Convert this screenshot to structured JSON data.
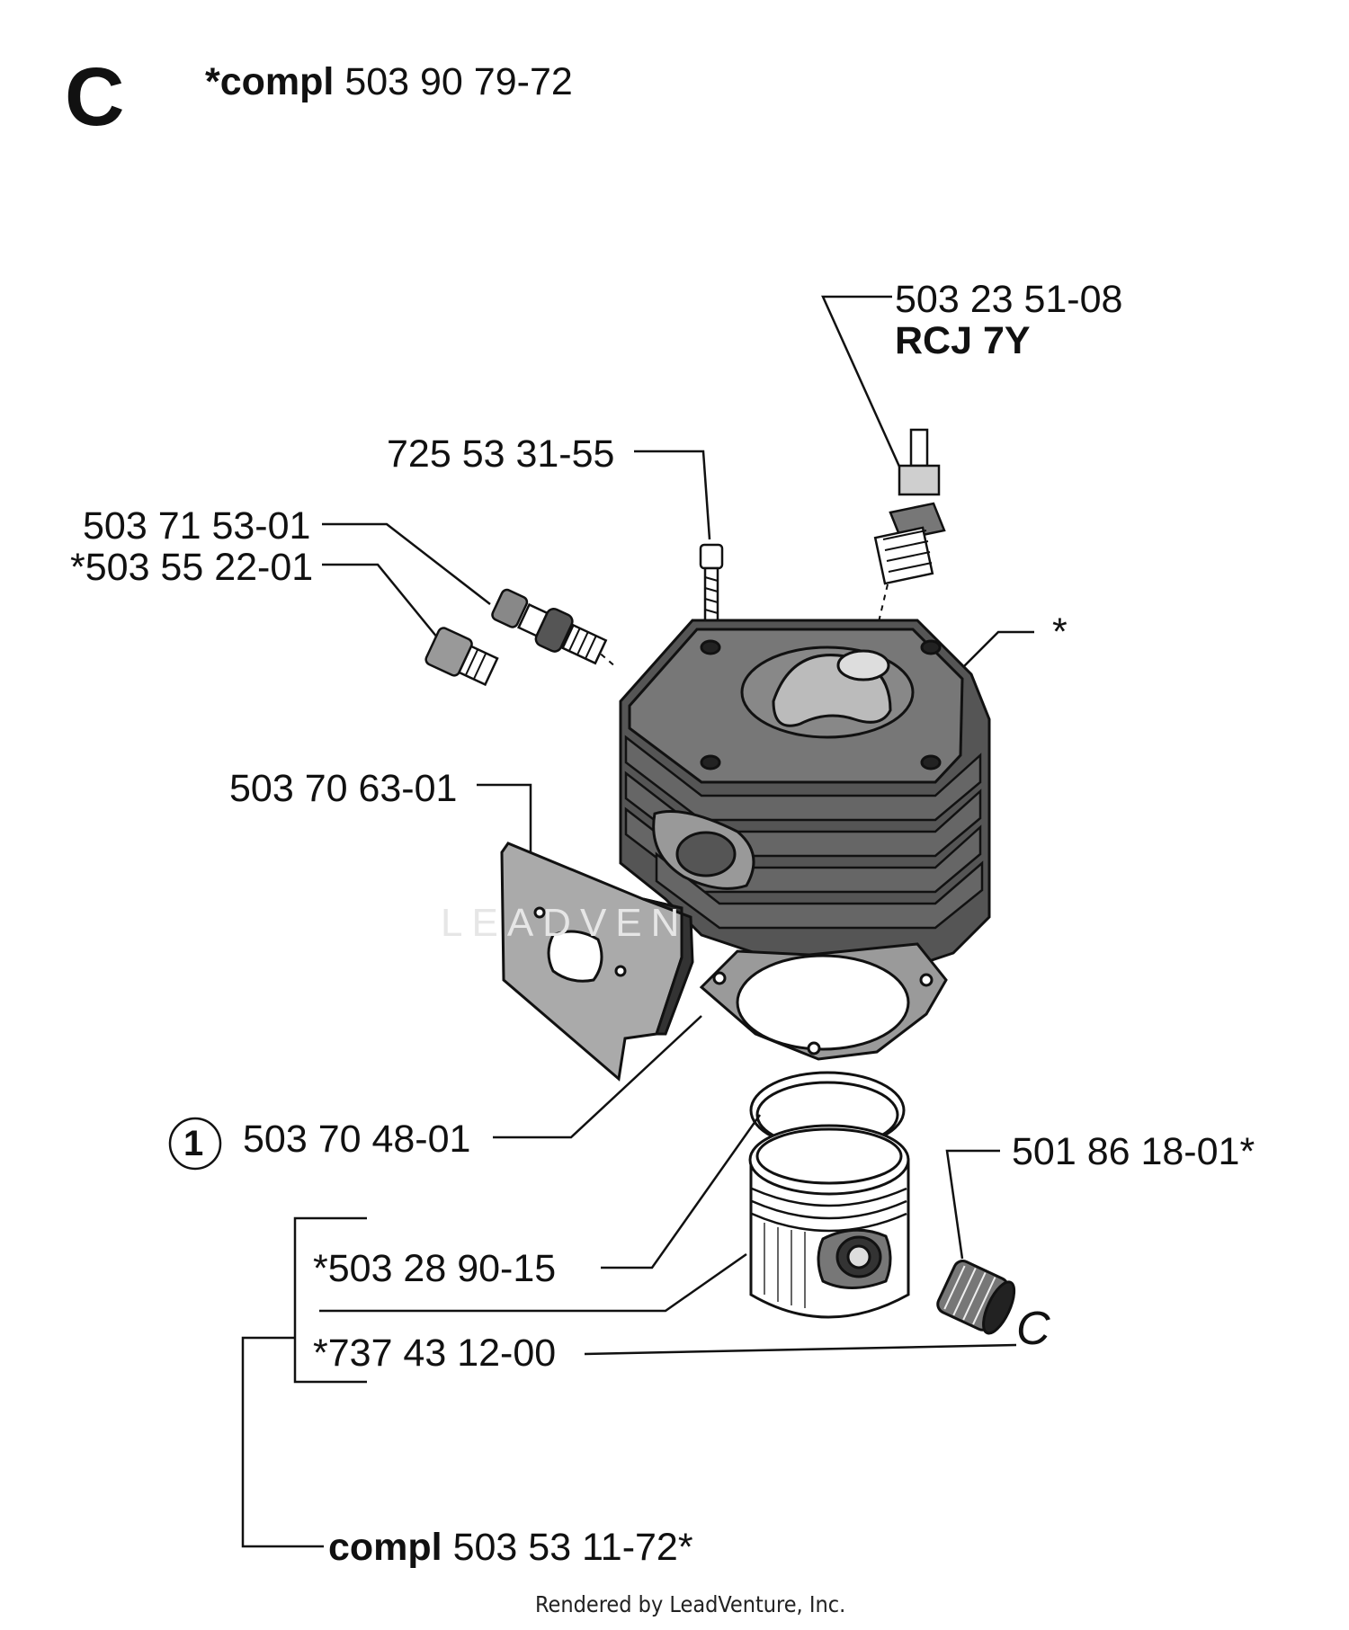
{
  "section": {
    "letter": "C"
  },
  "header_compl": {
    "prefix": "*compl",
    "number": "503 90 79-72"
  },
  "callouts": {
    "spark_plug": "503 23 51-08",
    "spark_plug_type": "RCJ 7Y",
    "screw": "725 53 31-55",
    "decomp_valve": "503 71 53-01",
    "plug": "*503 55 22-01",
    "cylinder": "*",
    "gasket_plate": "503 70 63-01",
    "base_gasket": "503 70 48-01",
    "base_gasket_index": "1",
    "needle_bearing": "501 86 18-01*",
    "piston_ring": "*503 28 90-15",
    "circlip": "*737 43 12-00",
    "circlip_mark": "C"
  },
  "footer_compl": {
    "prefix": "compl",
    "number": "503 53 11-72*"
  },
  "watermark": "LEADVEN",
  "credit": "Rendered by LeadVenture, Inc."
}
